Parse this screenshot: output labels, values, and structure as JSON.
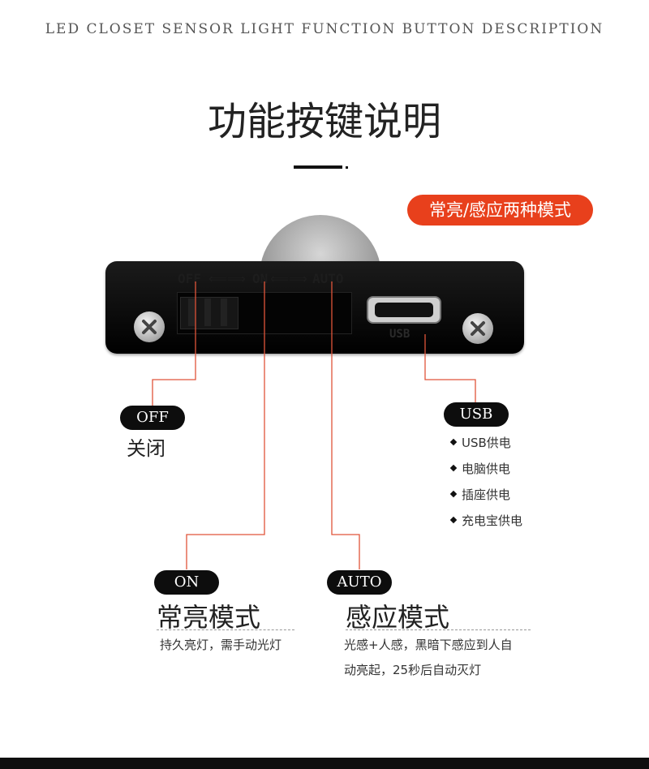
{
  "header": {
    "caption": "LED CLOSET SENSOR LIGHT FUNCTION BUTTON DESCRIPTION",
    "title": "功能按键说明"
  },
  "badge": {
    "text": "常亮/感应两种模式"
  },
  "device": {
    "switch_labels": {
      "off": "OFF",
      "on": "ON",
      "auto": "AUTO"
    },
    "usb_label": "USB"
  },
  "off_callout": {
    "pill": "OFF",
    "title": "关闭"
  },
  "on_callout": {
    "pill": "ON",
    "title": "常亮模式",
    "desc": "持久亮灯，需手动光灯"
  },
  "auto_callout": {
    "pill": "AUTO",
    "title": "感应模式",
    "desc_line1": "光感+人感，黑暗下感应到人自",
    "desc_line2": "动亮起，25秒后自动灭灯"
  },
  "usb_callout": {
    "pill": "USB",
    "items": [
      "USB供电",
      "电脑供电",
      "插座供电",
      "充电宝供电"
    ]
  },
  "colors": {
    "accent": "#e8401c",
    "leader": "#e0553a",
    "pill_bg": "#0d0d0d"
  }
}
